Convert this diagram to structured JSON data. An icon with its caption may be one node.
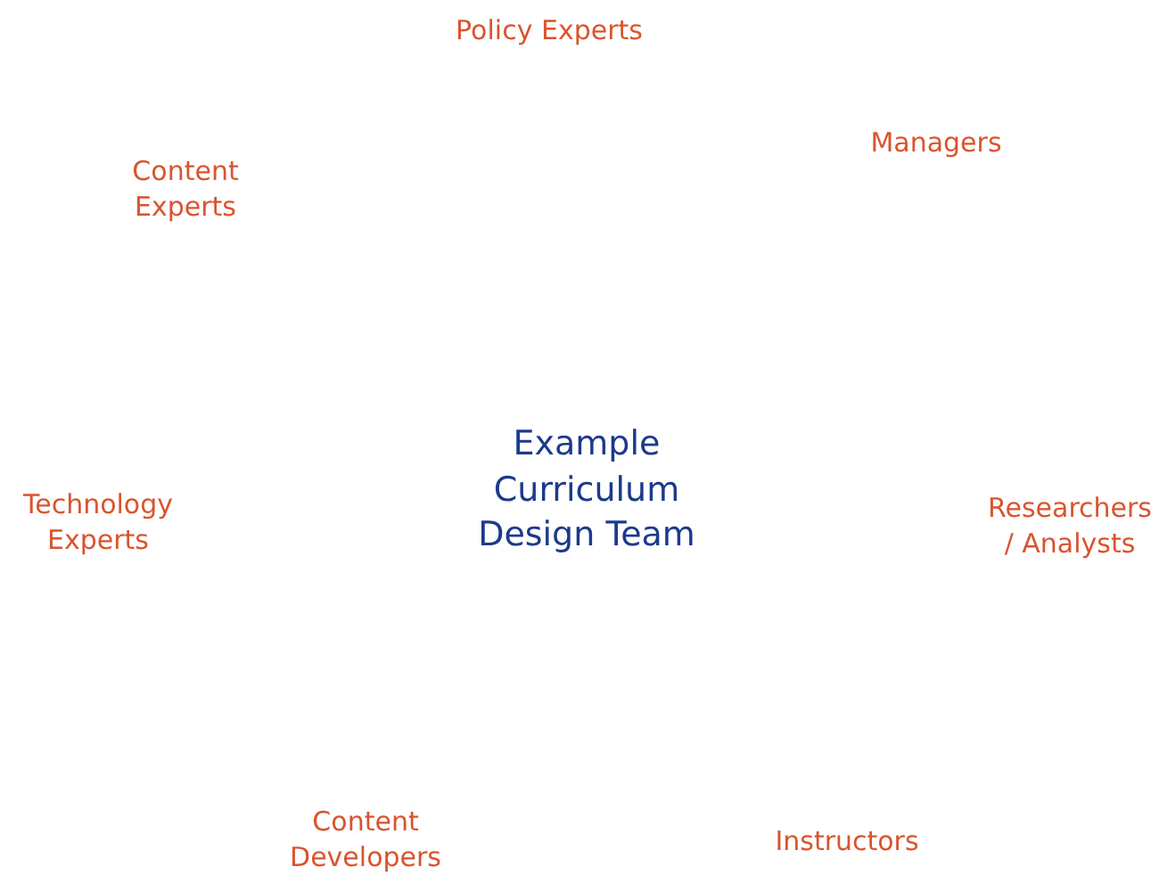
{
  "diagram": {
    "nodes": [
      {
        "text": [
          "Policy Experts"
        ]
      },
      {
        "text": [
          "Managers"
        ]
      },
      {
        "text": [
          "Content Experts"
        ]
      },
      {
        "text": [
          "Example Curriculum Design Team"
        ]
      },
      {
        "text": [
          "Technology Experts"
        ]
      },
      {
        "text": [
          "Researchers / Analysts"
        ]
      },
      {
        "text": [
          "Content Developers"
        ]
      },
      {
        "text": [
          "Instructors"
        ]
      }
    ]
  }
}
